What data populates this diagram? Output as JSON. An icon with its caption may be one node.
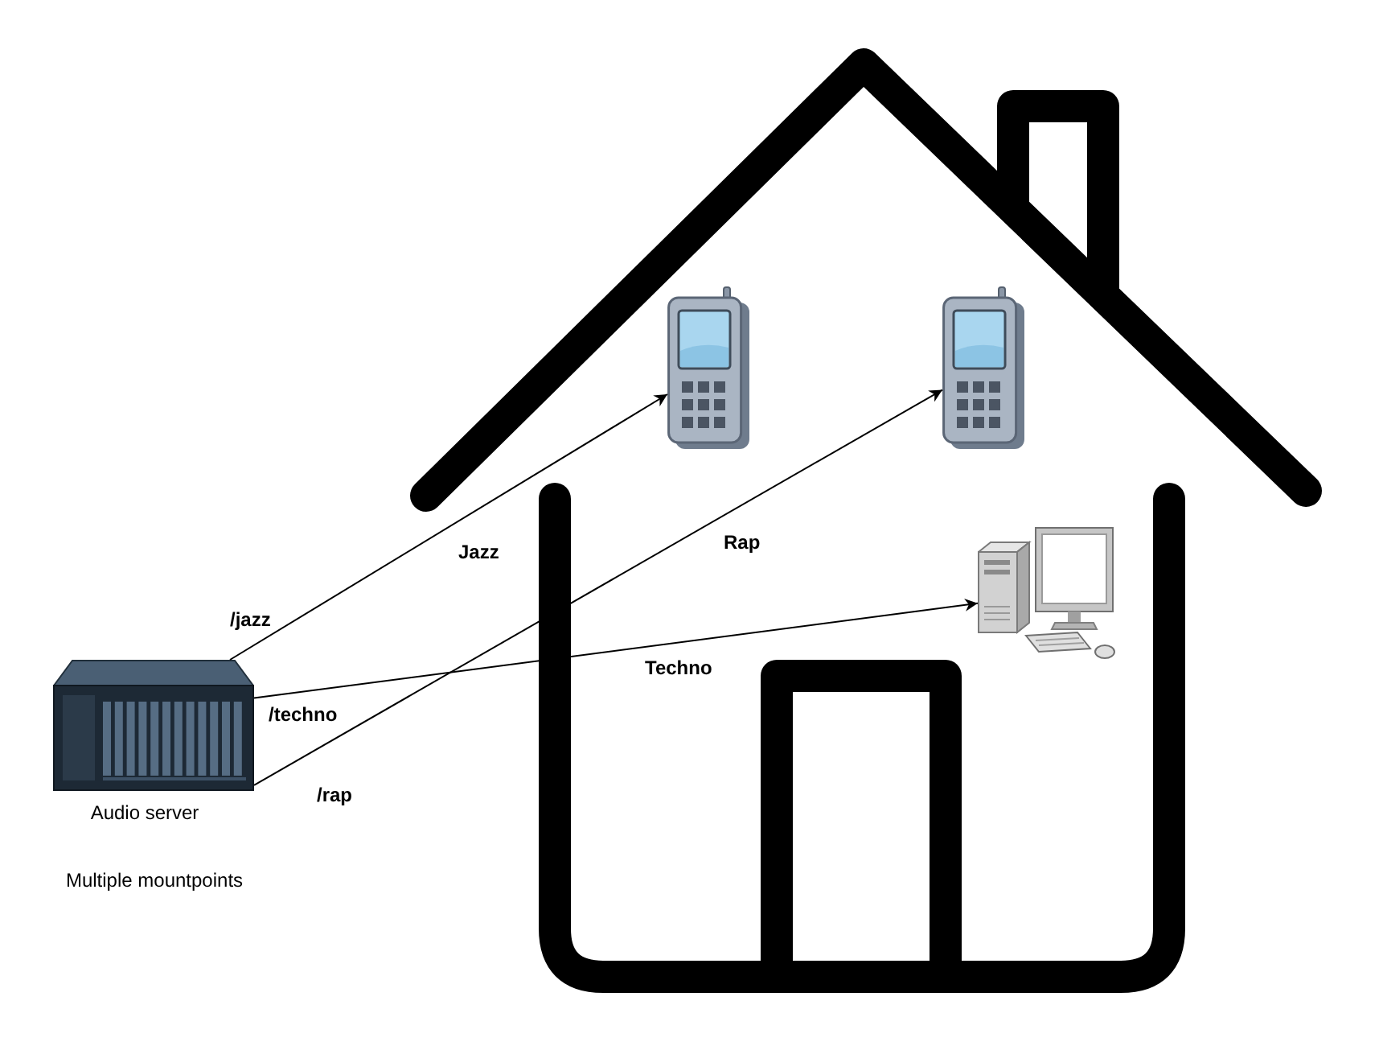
{
  "diagram": {
    "nodes": [
      {
        "text": [],
        "shape": "picture"
      },
      {
        "text": [],
        "shape": "picture",
        "in": 0
      },
      {
        "text": [],
        "shape": "picture",
        "in": 0
      },
      {
        "text": [],
        "shape": "picture",
        "in": 0
      },
      {
        "text": [],
        "shape": "picture",
        "beside": [
          "Audio server",
          "Multiple mountpoints"
        ]
      }
    ],
    "edges": [
      {
        "from": 4,
        "to": 1,
        "arrow": "to",
        "label": "Jazz"
      },
      {
        "from": 4,
        "to": 3,
        "arrow": "to",
        "label": "Techno"
      },
      {
        "from": 4,
        "to": 2,
        "arrow": "to",
        "label": "Rap"
      }
    ],
    "labels": [
      "/jazz",
      "/techno",
      "/rap"
    ]
  }
}
